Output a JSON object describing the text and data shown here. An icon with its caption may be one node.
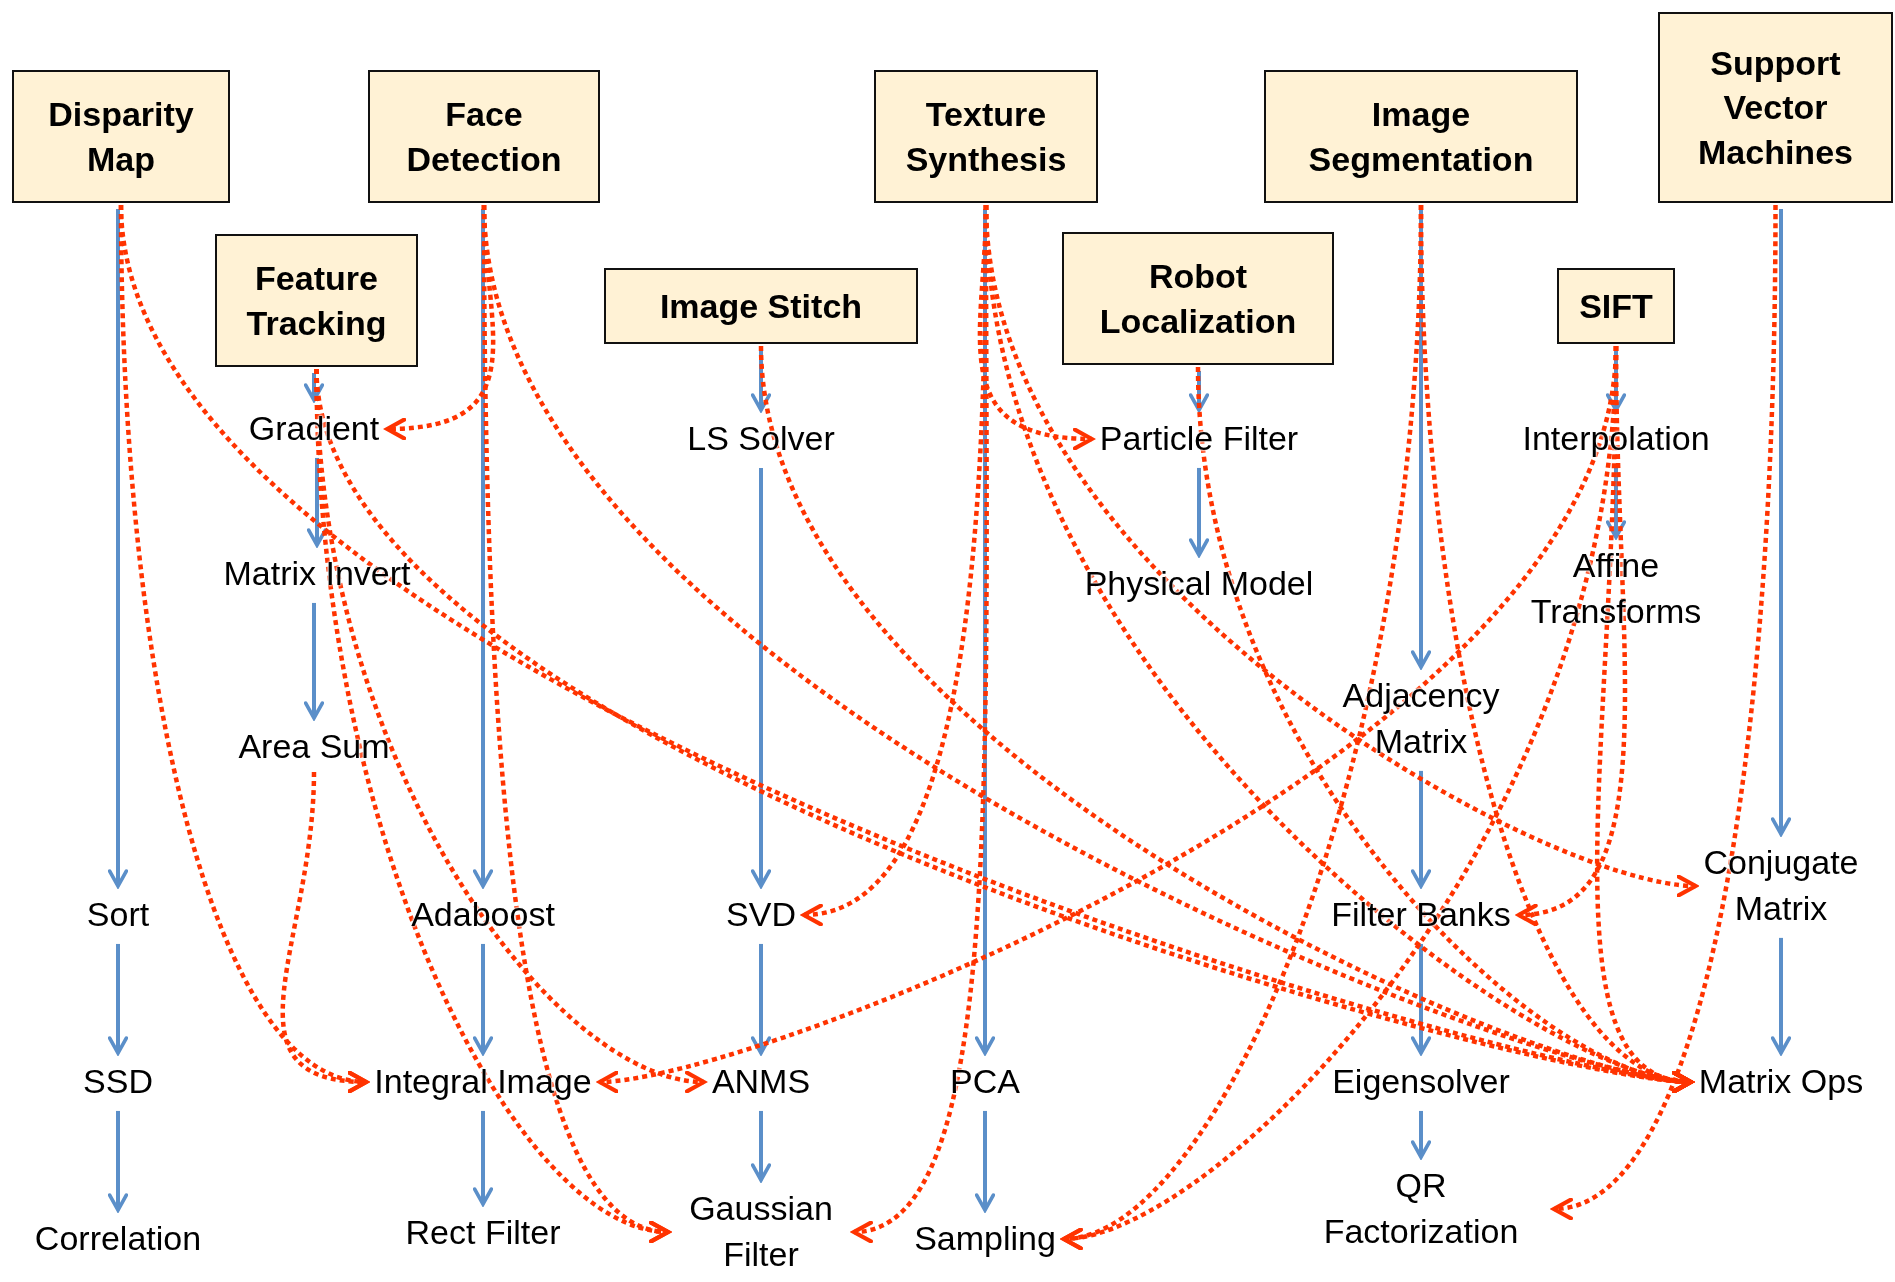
{
  "diagram": {
    "nodes": [
      {
        "text": [
          "Disparity Map"
        ]
      },
      {
        "text": [
          "Face Detection"
        ]
      },
      {
        "text": [
          "Feature Tracking"
        ]
      },
      {
        "text": [
          "Image Stitch"
        ]
      },
      {
        "text": [
          "Texture Synthesis"
        ]
      },
      {
        "text": [
          "Robot Localization"
        ]
      },
      {
        "text": [
          "Image Segmentation"
        ]
      },
      {
        "text": [
          "SIFT"
        ]
      },
      {
        "text": [
          "Support Vector Machines"
        ]
      },
      {
        "text": [
          "Gradient"
        ]
      },
      {
        "text": [
          "Matrix Invert"
        ]
      },
      {
        "text": [
          "Area Sum"
        ]
      },
      {
        "text": [
          "Sort"
        ]
      },
      {
        "text": [
          "SSD"
        ]
      },
      {
        "text": [
          "Correlation"
        ]
      },
      {
        "text": [
          "Adaboost"
        ]
      },
      {
        "text": [
          "Integral Image"
        ]
      },
      {
        "text": [
          "Rect Filter"
        ]
      },
      {
        "text": [
          "LS Solver"
        ]
      },
      {
        "text": [
          "SVD"
        ]
      },
      {
        "text": [
          "ANMS"
        ]
      },
      {
        "text": [
          "Gaussian Filter"
        ]
      },
      {
        "text": [
          "PCA"
        ]
      },
      {
        "text": [
          "Sampling"
        ]
      },
      {
        "text": [
          "Particle Filter"
        ]
      },
      {
        "text": [
          "Physical Model"
        ]
      },
      {
        "text": [
          "Adjacency Matrix"
        ]
      },
      {
        "text": [
          "Filter Banks"
        ]
      },
      {
        "text": [
          "Eigensolver"
        ]
      },
      {
        "text": [
          "QR Factorization"
        ]
      },
      {
        "text": [
          "Interpolation"
        ]
      },
      {
        "text": [
          "Affine Transforms"
        ]
      },
      {
        "text": [
          "Conjugate Matrix"
        ]
      },
      {
        "text": [
          "Matrix Ops"
        ]
      }
    ],
    "edges": [
      {
        "from": 0,
        "to": 12,
        "arrow": "to"
      },
      {
        "from": 12,
        "to": 13,
        "arrow": "to"
      },
      {
        "from": 13,
        "to": 14,
        "arrow": "to"
      },
      {
        "from": 2,
        "to": 9,
        "arrow": "to"
      },
      {
        "from": 9,
        "to": 10,
        "arrow": "to"
      },
      {
        "from": 10,
        "to": 11,
        "arrow": "to"
      },
      {
        "from": 1,
        "to": 15,
        "arrow": "to"
      },
      {
        "from": 15,
        "to": 16,
        "arrow": "to"
      },
      {
        "from": 16,
        "to": 17,
        "arrow": "to"
      },
      {
        "from": 3,
        "to": 18,
        "arrow": "to"
      },
      {
        "from": 18,
        "to": 19,
        "arrow": "to"
      },
      {
        "from": 19,
        "to": 20,
        "arrow": "to"
      },
      {
        "from": 20,
        "to": 21,
        "arrow": "to"
      },
      {
        "from": 4,
        "to": 22,
        "arrow": "to"
      },
      {
        "from": 22,
        "to": 23,
        "arrow": "to"
      },
      {
        "from": 5,
        "to": 24,
        "arrow": "to"
      },
      {
        "from": 24,
        "to": 25,
        "arrow": "to"
      },
      {
        "from": 6,
        "to": 26,
        "arrow": "to"
      },
      {
        "from": 26,
        "to": 27,
        "arrow": "to"
      },
      {
        "from": 27,
        "to": 28,
        "arrow": "to"
      },
      {
        "from": 28,
        "to": 29,
        "arrow": "to"
      },
      {
        "from": 7,
        "to": 30,
        "arrow": "to"
      },
      {
        "from": 30,
        "to": 31,
        "arrow": "to"
      },
      {
        "from": 8,
        "to": 32,
        "arrow": "to"
      },
      {
        "from": 32,
        "to": 33,
        "arrow": "to"
      },
      {
        "from": 0,
        "to": 16,
        "arrow": "to",
        "style": "dashed",
        "color": "#ff3300"
      },
      {
        "from": 0,
        "to": 33,
        "arrow": "to",
        "style": "dashed",
        "color": "#ff3300"
      },
      {
        "from": 11,
        "to": 16,
        "arrow": "to",
        "style": "dashed",
        "color": "#ff3300"
      },
      {
        "from": 1,
        "to": 9,
        "arrow": "to",
        "style": "dashed",
        "color": "#ff3300"
      },
      {
        "from": 1,
        "to": 21,
        "arrow": "to",
        "style": "dashed",
        "color": "#ff3300"
      },
      {
        "from": 1,
        "to": 33,
        "arrow": "to",
        "style": "dashed",
        "color": "#ff3300"
      },
      {
        "from": 2,
        "to": 21,
        "arrow": "to",
        "style": "dashed",
        "color": "#ff3300"
      },
      {
        "from": 2,
        "to": 20,
        "arrow": "to",
        "style": "dashed",
        "color": "#ff3300"
      },
      {
        "from": 2,
        "to": 33,
        "arrow": "to",
        "style": "dashed",
        "color": "#ff3300"
      },
      {
        "from": 3,
        "to": 33,
        "arrow": "to",
        "style": "dashed",
        "color": "#ff3300"
      },
      {
        "from": 4,
        "to": 19,
        "arrow": "to",
        "style": "dashed",
        "color": "#ff3300"
      },
      {
        "from": 4,
        "to": 21,
        "arrow": "to",
        "style": "dashed",
        "color": "#ff3300"
      },
      {
        "from": 4,
        "to": 24,
        "arrow": "to",
        "style": "dashed",
        "color": "#ff3300"
      },
      {
        "from": 4,
        "to": 33,
        "arrow": "to",
        "style": "dashed",
        "color": "#ff3300"
      },
      {
        "from": 4,
        "to": 32,
        "arrow": "to",
        "style": "dashed",
        "color": "#ff3300"
      },
      {
        "from": 5,
        "to": 33,
        "arrow": "to",
        "style": "dashed",
        "color": "#ff3300"
      },
      {
        "from": 6,
        "to": 23,
        "arrow": "to",
        "style": "dashed",
        "color": "#ff3300"
      },
      {
        "from": 6,
        "to": 33,
        "arrow": "to",
        "style": "dashed",
        "color": "#ff3300"
      },
      {
        "from": 7,
        "to": 16,
        "arrow": "to",
        "style": "dashed",
        "color": "#ff3300"
      },
      {
        "from": 7,
        "to": 23,
        "arrow": "to",
        "style": "dashed",
        "color": "#ff3300"
      },
      {
        "from": 7,
        "to": 27,
        "arrow": "to",
        "style": "dashed",
        "color": "#ff3300"
      },
      {
        "from": 7,
        "to": 33,
        "arrow": "to",
        "style": "dashed",
        "color": "#ff3300"
      },
      {
        "from": 8,
        "to": 29,
        "arrow": "to",
        "style": "dashed",
        "color": "#ff3300"
      }
    ]
  }
}
